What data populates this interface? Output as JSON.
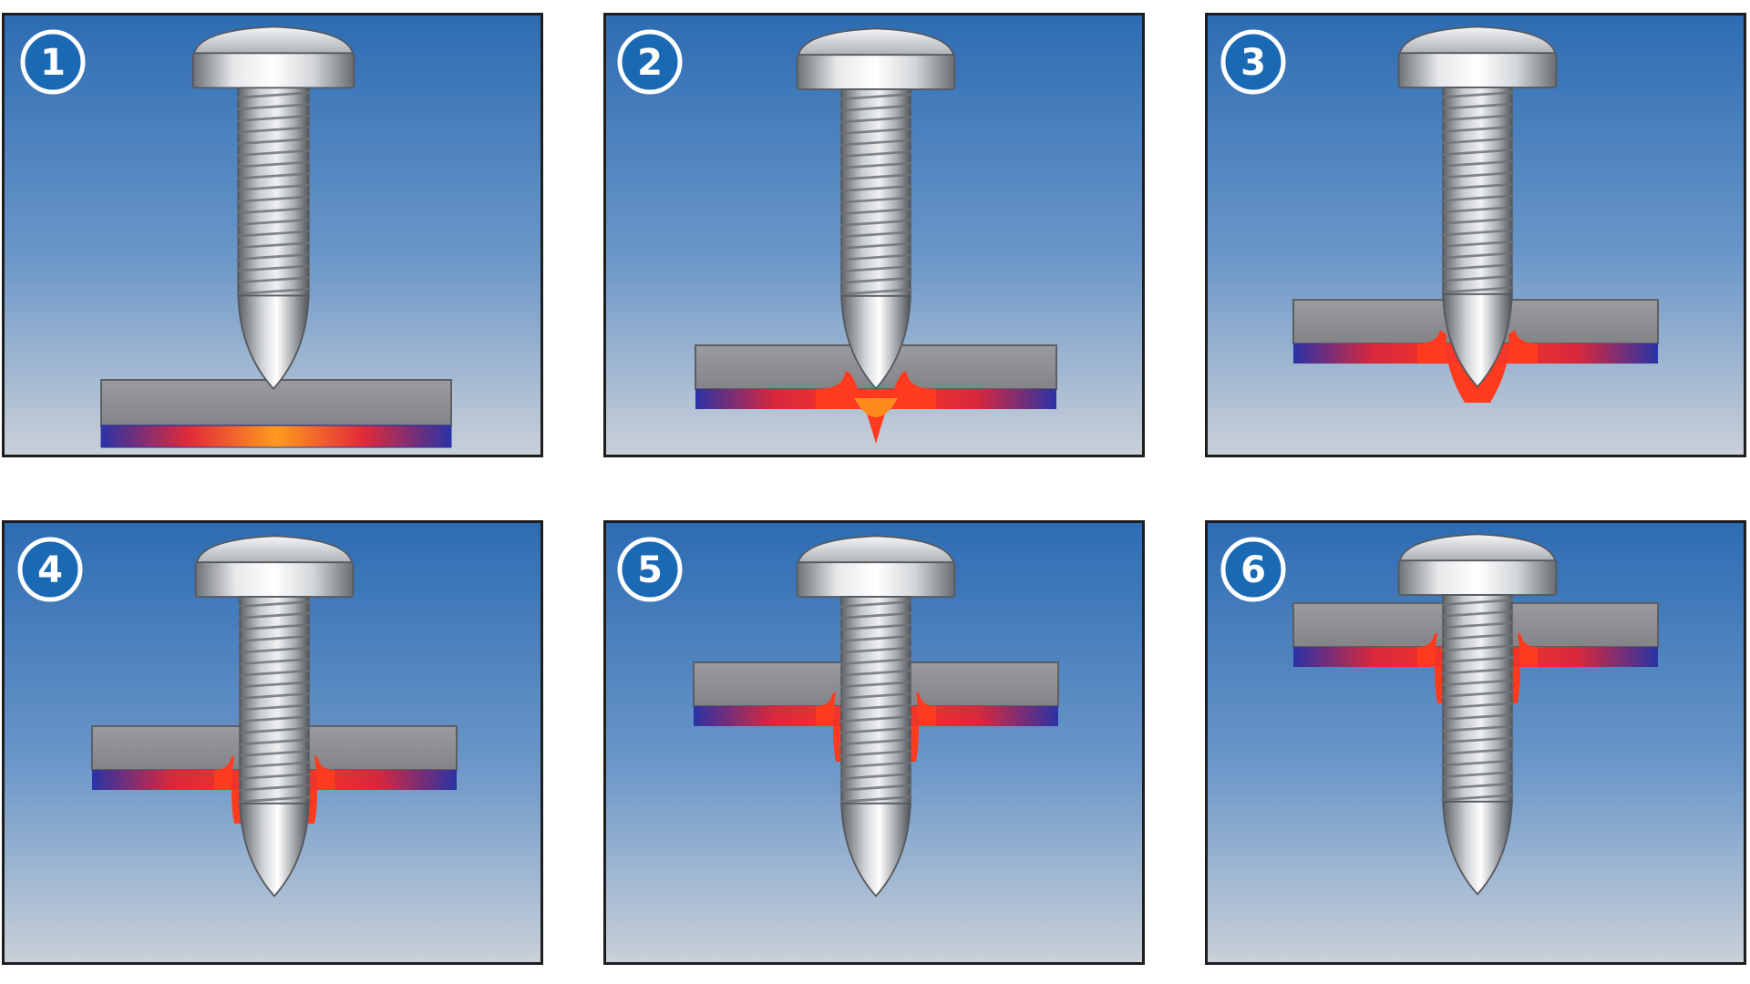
{
  "figure": {
    "steps": [
      {
        "number": "1"
      },
      {
        "number": "2"
      },
      {
        "number": "3"
      },
      {
        "number": "4"
      },
      {
        "number": "5"
      },
      {
        "number": "6"
      }
    ]
  },
  "colors": {
    "background_top": "#2d6cb3",
    "background_mid": "#6b97c9",
    "background_bottom": "#c9d0d8",
    "badge_fill": "#1a69b5",
    "badge_ring": "#ffffff",
    "sheet_top": "#8f9092",
    "sheet_bottom_edge": "#2a33a6",
    "heat": "#ff3b1f",
    "heat_core": "#ff8a1c",
    "screw_metal": "#c9ccd0",
    "panel_border": "#1e1e1e"
  },
  "icons": [
    "step-number-badge",
    "screw-icon",
    "sheet-metal-icon",
    "melt-zone-icon"
  ]
}
